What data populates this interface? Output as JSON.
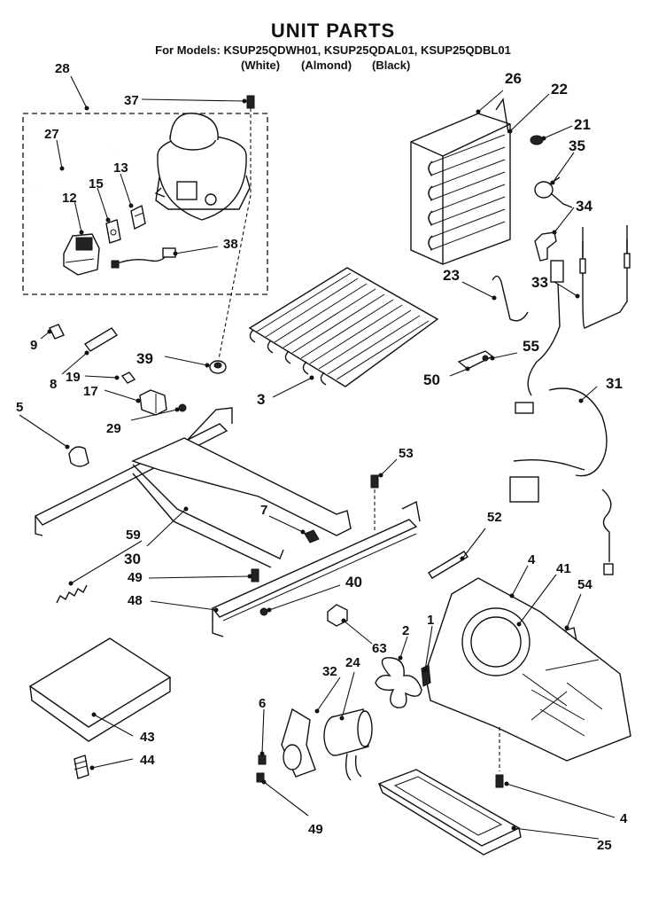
{
  "header": {
    "title": "UNIT PARTS",
    "models": "For Models: KSUP25QDWH01, KSUP25QDAL01, KSUP25QDBL01",
    "colors": [
      "(White)",
      "(Almond)",
      "(Black)"
    ]
  },
  "callouts": {
    "c28": "28",
    "c37": "37",
    "c27": "27",
    "c13": "13",
    "c15": "15",
    "c12": "12",
    "c38": "38",
    "c26": "26",
    "c22": "22",
    "c21": "21",
    "c35": "35",
    "c34": "34",
    "c23": "23",
    "c33": "33",
    "c9": "9",
    "c8": "8",
    "c39": "39",
    "c55": "55",
    "c50": "50",
    "c19": "19",
    "c17": "17",
    "c29": "29",
    "c3": "3",
    "c31": "31",
    "c5": "5",
    "c53": "53",
    "c7": "7",
    "c59": "59",
    "c52": "52",
    "c30": "30",
    "c49a": "49",
    "c40": "40",
    "c4a": "4",
    "c41": "41",
    "c54": "54",
    "c48": "48",
    "c63": "63",
    "c1": "1",
    "c2": "2",
    "c32": "32",
    "c24": "24",
    "c6": "6",
    "c43": "43",
    "c44": "44",
    "c49b": "49",
    "c4b": "4",
    "c25": "25"
  }
}
